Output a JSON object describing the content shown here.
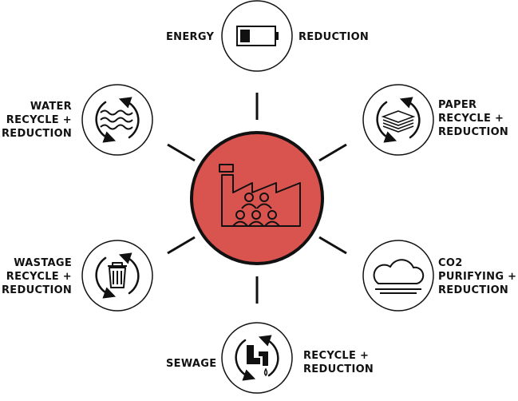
{
  "colors": {
    "center_fill": "#d9534f",
    "stroke": "#111111",
    "background": "#ffffff"
  },
  "center": {
    "icon": "factory-people-icon"
  },
  "nodes": [
    {
      "id": "energy",
      "icon": "battery-icon",
      "label_left": "ENERGY",
      "label_right": "REDUCTION"
    },
    {
      "id": "paper",
      "icon": "paper-stack-recycle-icon",
      "lines": [
        "PAPER",
        "RECYCLE +",
        "REDUCTION"
      ]
    },
    {
      "id": "co2",
      "icon": "cloud-icon",
      "lines": [
        "CO2",
        "PURIFYING +",
        "REDUCTION"
      ]
    },
    {
      "id": "sewage",
      "icon": "pipe-recycle-icon",
      "label_left": "SEWAGE",
      "lines": [
        "RECYCLE +",
        "REDUCTION"
      ]
    },
    {
      "id": "wastage",
      "icon": "trash-bin-recycle-icon",
      "lines": [
        "WASTAGE",
        "RECYCLE +",
        "REDUCTION"
      ]
    },
    {
      "id": "water",
      "icon": "water-waves-recycle-icon",
      "lines": [
        "WATER",
        "RECYCLE +",
        "REDUCTION"
      ]
    }
  ]
}
